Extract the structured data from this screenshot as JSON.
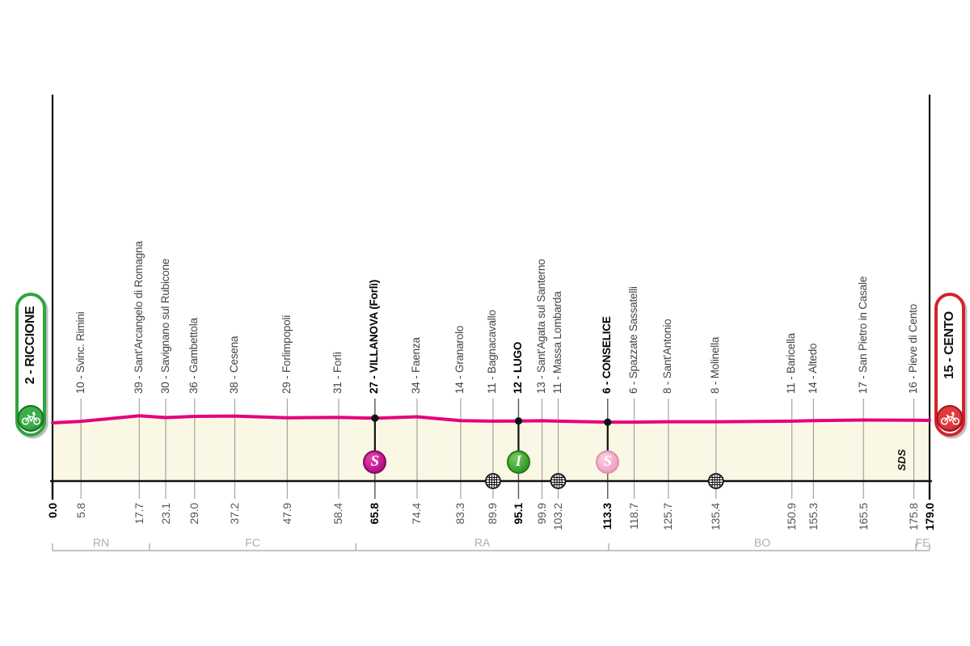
{
  "stage": {
    "start_label": "2 - RICCIONE",
    "finish_label": "15 - CENTO",
    "credit": "SDS"
  },
  "chart_data": {
    "type": "line",
    "description": "Flat stage altimetry profile, altitude (m) vs distance (km)",
    "total_km": 179.0,
    "start": {
      "km": 0.0,
      "km_label": "0.0",
      "alt": 2
    },
    "finish": {
      "km": 179.0,
      "km_label": "179.0",
      "alt": 15
    },
    "waypoints": [
      {
        "km": 5.8,
        "km_label": "5.8",
        "label": "10 - Svinc. Rimini",
        "alt": 10,
        "bold": false
      },
      {
        "km": 17.7,
        "km_label": "17.7",
        "label": "39 - Sant'Arcangelo di Romagna",
        "alt": 39,
        "bold": false
      },
      {
        "km": 23.1,
        "km_label": "23.1",
        "label": "30 - Savignano sul Rubicone",
        "alt": 30,
        "bold": false
      },
      {
        "km": 29.0,
        "km_label": "29.0",
        "label": "36 - Gambettola",
        "alt": 36,
        "bold": false
      },
      {
        "km": 37.2,
        "km_label": "37.2",
        "label": "38 - Cesena",
        "alt": 38,
        "bold": false
      },
      {
        "km": 47.9,
        "km_label": "47.9",
        "label": "29 - Forlimpopoli",
        "alt": 29,
        "bold": false
      },
      {
        "km": 58.4,
        "km_label": "58.4",
        "label": "31 - Forlì",
        "alt": 31,
        "bold": false
      },
      {
        "km": 65.8,
        "km_label": "65.8",
        "label": "27 - VILLANOVA (Forlì)",
        "alt": 27,
        "bold": true
      },
      {
        "km": 74.4,
        "km_label": "74.4",
        "label": "34 - Faenza",
        "alt": 34,
        "bold": false
      },
      {
        "km": 83.3,
        "km_label": "83.3",
        "label": "14 - Granarolo",
        "alt": 14,
        "bold": false
      },
      {
        "km": 89.9,
        "km_label": "89.9",
        "label": "11 - Bagnacavallo",
        "alt": 11,
        "bold": false
      },
      {
        "km": 95.1,
        "km_label": "95.1",
        "label": "12 - LUGO",
        "alt": 12,
        "bold": true
      },
      {
        "km": 99.9,
        "km_label": "99.9",
        "label": "13 - Sant'Agata sul Santerno",
        "alt": 13,
        "bold": false
      },
      {
        "km": 103.2,
        "km_label": "103.2",
        "label": "11 - Massa Lombarda",
        "alt": 11,
        "bold": false
      },
      {
        "km": 113.3,
        "km_label": "113.3",
        "label": "6 - CONSELICE",
        "alt": 6,
        "bold": true
      },
      {
        "km": 118.7,
        "km_label": "118.7",
        "label": "6 - Spazzate Sassatelli",
        "alt": 6,
        "bold": false
      },
      {
        "km": 125.7,
        "km_label": "125.7",
        "label": "8 - Sant'Antonio",
        "alt": 8,
        "bold": false
      },
      {
        "km": 135.4,
        "km_label": "135.4",
        "label": "8 - Molinella",
        "alt": 8,
        "bold": false
      },
      {
        "km": 150.9,
        "km_label": "150.9",
        "label": "11 - Baricella",
        "alt": 11,
        "bold": false
      },
      {
        "km": 155.3,
        "km_label": "155.3",
        "label": "14 - Altedo",
        "alt": 14,
        "bold": false
      },
      {
        "km": 165.5,
        "km_label": "165.5",
        "label": "17 - San Pietro in Casale",
        "alt": 17,
        "bold": false
      },
      {
        "km": 175.8,
        "km_label": "175.8",
        "label": "16 - Pieve di Cento",
        "alt": 16,
        "bold": false
      }
    ],
    "markers": [
      {
        "km": 65.8,
        "glyph": "S",
        "kind": "sprint",
        "color": "#c4168c",
        "border": "#7c0e5e",
        "light": "#e545b4"
      },
      {
        "km": 95.1,
        "glyph": "I",
        "kind": "intergiro",
        "color": "#3fa52f",
        "border": "#1f7a1c",
        "light": "#7cc863"
      },
      {
        "km": 113.3,
        "glyph": "S",
        "kind": "sprint-bonus",
        "color": "#f2a9c6",
        "border": "#dc8fb5",
        "light": "#fbd0e1"
      }
    ],
    "level_crossings_km": [
      89.9,
      103.2,
      135.4
    ],
    "provinces": [
      {
        "label": "RN",
        "from_km": 0.0,
        "to_km": 19.8
      },
      {
        "label": "FC",
        "from_km": 19.8,
        "to_km": 61.9
      },
      {
        "label": "RA",
        "from_km": 61.9,
        "to_km": 113.5
      },
      {
        "label": "BO",
        "from_km": 113.5,
        "to_km": 176.2
      },
      {
        "label": "FE",
        "from_km": 176.2,
        "to_km": 179.0
      }
    ],
    "colors": {
      "profile_line": "#e5007d",
      "area_fill": "#faf7e4",
      "gridline": "#9b9b9b",
      "axis": "#111111",
      "province": "#b0b0b0",
      "start_badge_accent": "#2fa53c",
      "start_badge_circle": "#156f22",
      "finish_badge_accent": "#d7222b",
      "finish_badge_circle": "#9e151b"
    }
  }
}
